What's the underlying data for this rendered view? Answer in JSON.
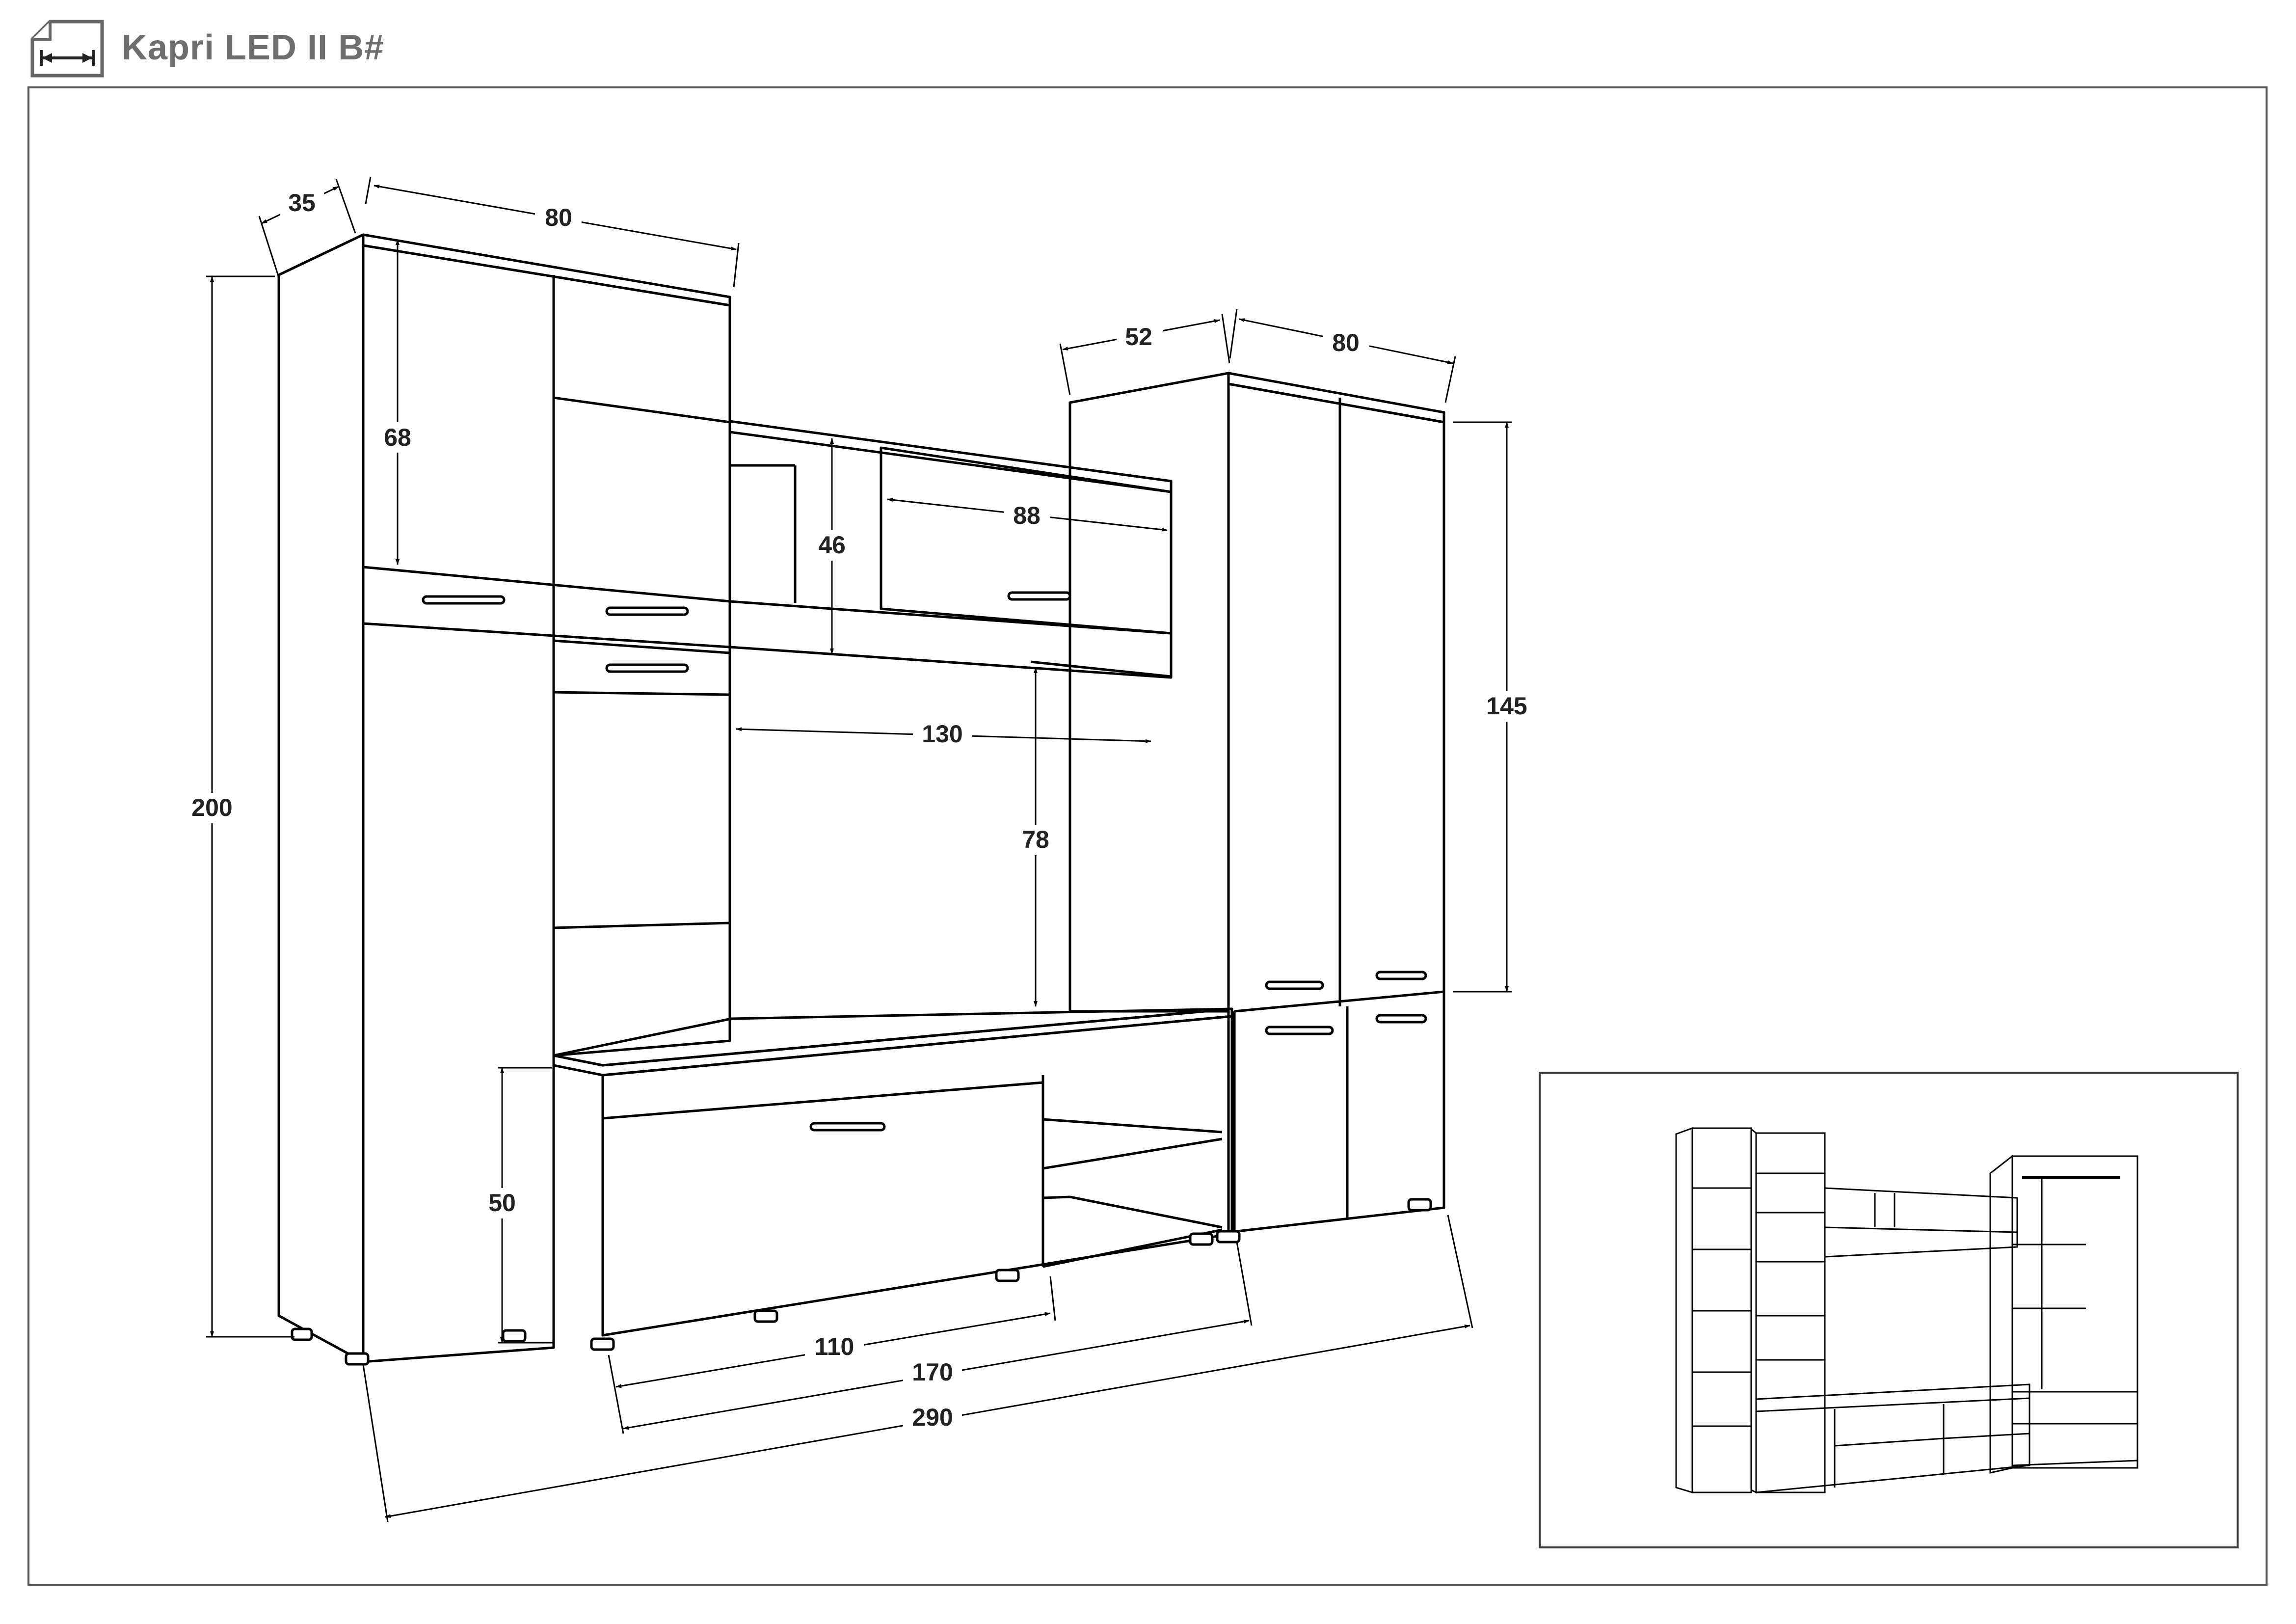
{
  "header": {
    "title": "Kapri LED II B#",
    "icon": "width-dimension-icon"
  },
  "dimensions": {
    "left_depth": "35",
    "left_width": "80",
    "left_height": "200",
    "left_upper_door": "68",
    "shelf_height": "46",
    "shelf_width": "88",
    "tv_width": "130",
    "tv_height": "78",
    "right_depth": "52",
    "right_width": "80",
    "right_height": "145",
    "tv_stand_height": "50",
    "w110": "110",
    "w170": "170",
    "w290": "290"
  },
  "colors": {
    "line": "#000000",
    "title": "#6e6e6e"
  }
}
